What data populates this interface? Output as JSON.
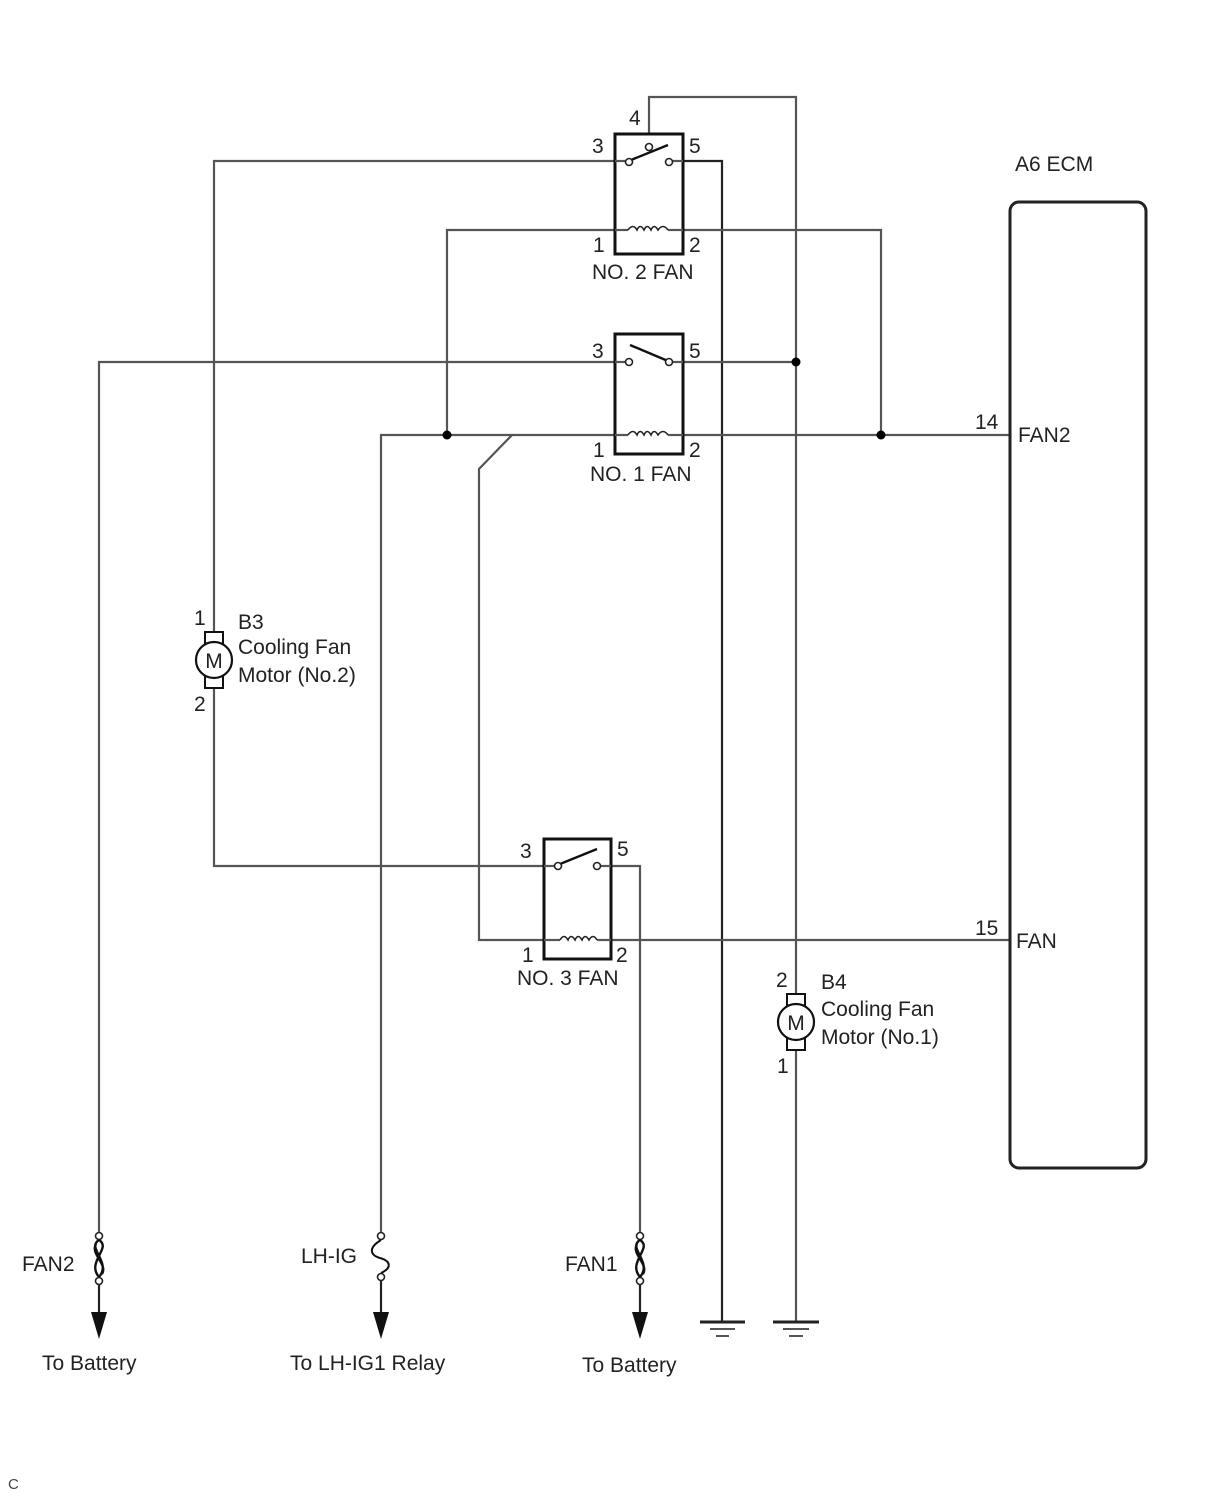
{
  "ecm": {
    "label": "A6 ECM",
    "pins": [
      {
        "number": "14",
        "name": "FAN2"
      },
      {
        "number": "15",
        "name": "FAN"
      }
    ]
  },
  "relays": [
    {
      "id": "no2",
      "label": "NO. 2 FAN",
      "pins": {
        "p1": "1",
        "p2": "2",
        "p3": "3",
        "p4": "4",
        "p5": "5"
      },
      "type": "changeover"
    },
    {
      "id": "no1",
      "label": "NO. 1 FAN",
      "pins": {
        "p1": "1",
        "p2": "2",
        "p3": "3",
        "p5": "5"
      },
      "type": "normally-open"
    },
    {
      "id": "no3",
      "label": "NO. 3 FAN",
      "pins": {
        "p1": "1",
        "p2": "2",
        "p3": "3",
        "p5": "5"
      },
      "type": "normally-open"
    }
  ],
  "motors": [
    {
      "id": "b3",
      "code": "B3",
      "line1": "Cooling Fan",
      "line2": "Motor (No.2)",
      "symbol": "M",
      "pin_top": "1",
      "pin_bottom": "2"
    },
    {
      "id": "b4",
      "code": "B4",
      "line1": "Cooling Fan",
      "line2": "Motor (No.1)",
      "symbol": "M",
      "pin_top": "2",
      "pin_bottom": "1"
    }
  ],
  "fuses": [
    {
      "id": "fan2",
      "label": "FAN2",
      "destination": "To Battery"
    },
    {
      "id": "lhig",
      "label": "LH-IG",
      "destination": "To LH-IG1 Relay"
    },
    {
      "id": "fan1",
      "label": "FAN1",
      "destination": "To Battery"
    }
  ],
  "footer": {
    "code": "C"
  }
}
